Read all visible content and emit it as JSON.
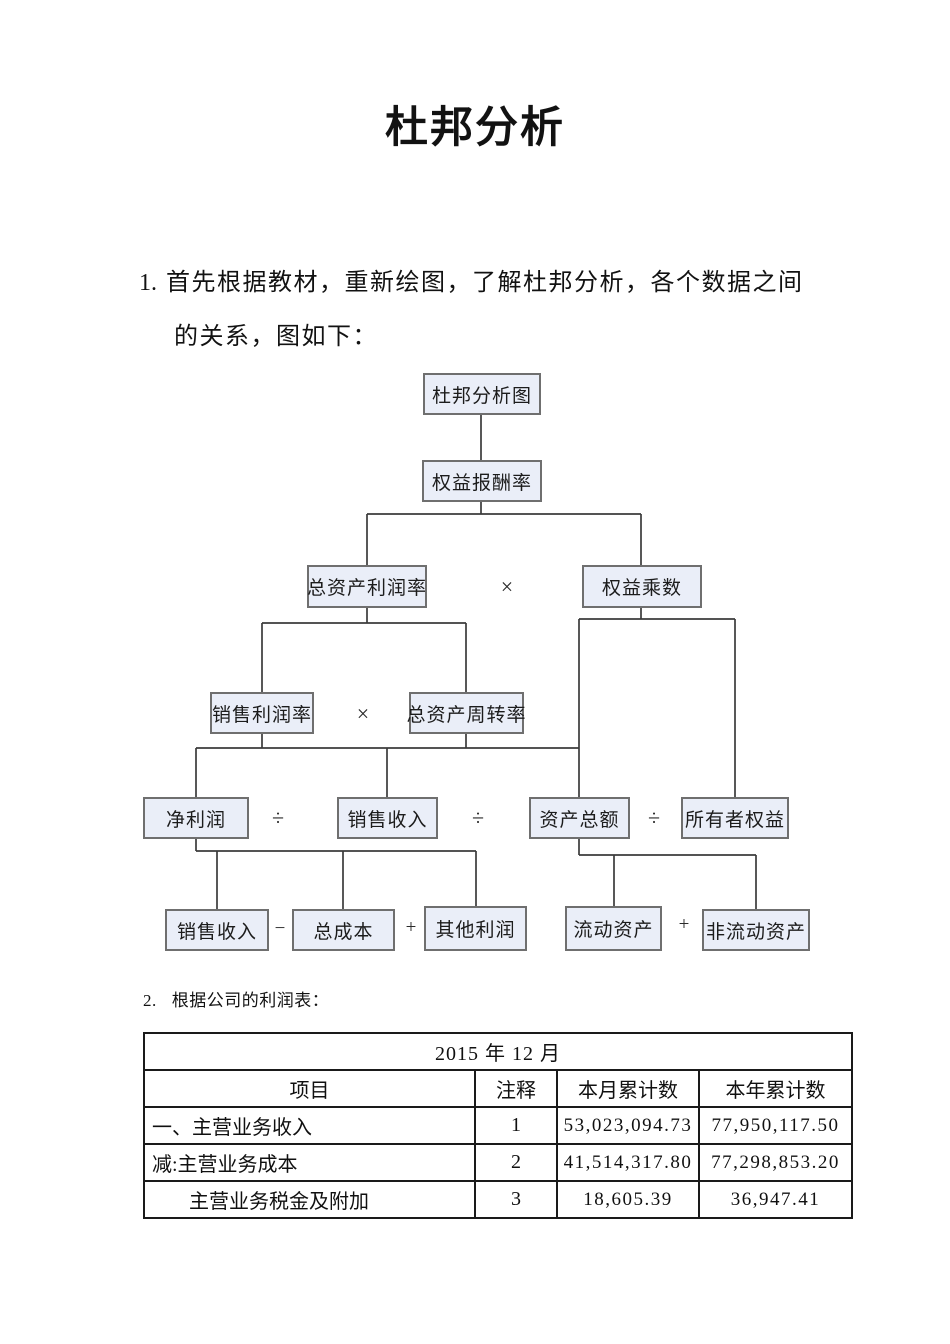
{
  "page": {
    "title": "杜邦分析",
    "item1": {
      "number": "1.",
      "line1": "首先根据教材，重新绘图，了解杜邦分析，各个数据之间",
      "line2": "的关系，图如下："
    },
    "item2": {
      "number": "2.",
      "text": "根据公司的利润表："
    }
  },
  "flowchart": {
    "boxes": {
      "dupont_chart": "杜邦分析图",
      "return_on_equity": "权益报酬率",
      "total_asset_profit_rate": "总资产利润率",
      "equity_multiplier": "权益乘数",
      "sales_profit_rate": "销售利润率",
      "total_asset_turnover": "总资产周转率",
      "net_profit": "净利润",
      "sales_revenue": "销售收入",
      "total_assets": "资产总额",
      "owners_equity": "所有者权益",
      "sales_revenue_2": "销售收入",
      "total_cost": "总成本",
      "other_profit": "其他利润",
      "current_assets": "流动资产",
      "non_current_assets": "非流动资产"
    },
    "operators": {
      "multiply_1": "×",
      "multiply_2": "×",
      "divide_1": "÷",
      "divide_2": "÷",
      "divide_3": "÷",
      "minus_1": "−",
      "plus_1": "+",
      "plus_2": "+"
    },
    "colors": {
      "box_fill": "#eaeef8",
      "box_border": "#6f6f6f",
      "line": "#3b3b3b"
    }
  },
  "table": {
    "title": "2015 年 12 月",
    "headers": [
      "项目",
      "注释",
      "本月累计数",
      "本年累计数"
    ],
    "rows": [
      {
        "item": "一、主营业务收入",
        "note": "1",
        "month": "53,023,094.73",
        "year": "77,950,117.50"
      },
      {
        "item": "减:主营业务成本",
        "note": "2",
        "month": "41,514,317.80",
        "year": "77,298,853.20"
      },
      {
        "item": "主营业务税金及附加",
        "note": "3",
        "month": "18,605.39",
        "year": "36,947.41"
      }
    ]
  }
}
